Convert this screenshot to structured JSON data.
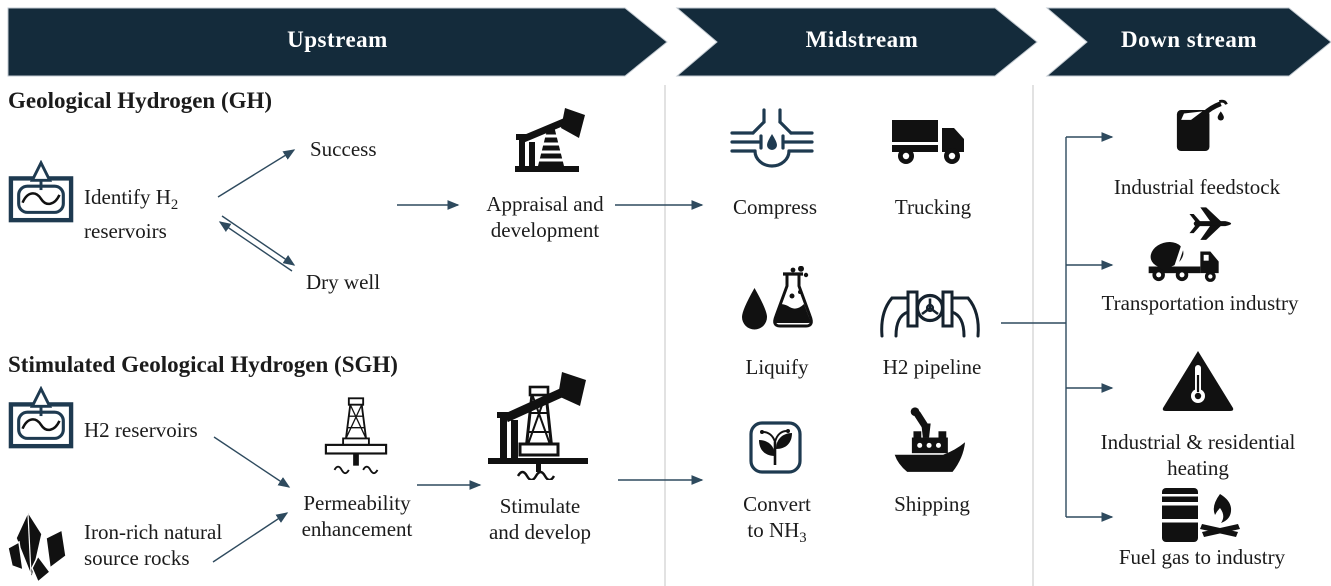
{
  "header": {
    "stages": [
      {
        "label": "Upstream"
      },
      {
        "label": "Midstream"
      },
      {
        "label": "Down stream"
      }
    ]
  },
  "upstream": {
    "gh": {
      "heading": "Geological Hydrogen (GH)",
      "identify_line1": "Identify H",
      "identify_sub": "2",
      "identify_line2": "reservoirs",
      "success": "Success",
      "dry_well": "Dry well",
      "appraisal_line1": "Appraisal and",
      "appraisal_line2": "development"
    },
    "sgh": {
      "heading": "Stimulated Geological Hydrogen (SGH)",
      "h2_reservoirs": "H2 reservoirs",
      "rocks_line1": "Iron-rich natural",
      "rocks_line2": "source rocks",
      "permeability_line1": "Permeability",
      "permeability_line2": "enhancement",
      "stimulate_line1": "Stimulate",
      "stimulate_line2": "and develop"
    }
  },
  "midstream": {
    "items": [
      {
        "icon": "compressor-icon",
        "label": "Compress"
      },
      {
        "icon": "truck-icon",
        "label": "Trucking"
      },
      {
        "icon": "liquify-icon",
        "label": "Liquify"
      },
      {
        "icon": "pipeline-valve-icon",
        "label": "H2 pipeline"
      },
      {
        "icon": "plant-conversion-icon",
        "line1": "Convert",
        "line2": "to NH",
        "sub": "3"
      },
      {
        "icon": "ship-icon",
        "label": "Shipping"
      }
    ]
  },
  "downstream": {
    "items": [
      {
        "icon": "fuel-can-icon",
        "label": "Industrial feedstock"
      },
      {
        "icon": "plane-mixer-truck-icon",
        "label": "Transportation industry"
      },
      {
        "icon": "warning-thermometer-icon",
        "line1": "Industrial & residential",
        "line2": "heating"
      },
      {
        "icon": "barrel-fire-icon",
        "label": "Fuel gas to industry"
      }
    ]
  },
  "colors": {
    "header_bg": "#142b3b",
    "connector": "#2e4a5e",
    "divider": "#d9d9d9",
    "icon_navy": "#1e3a50",
    "icon_black": "#111111"
  }
}
